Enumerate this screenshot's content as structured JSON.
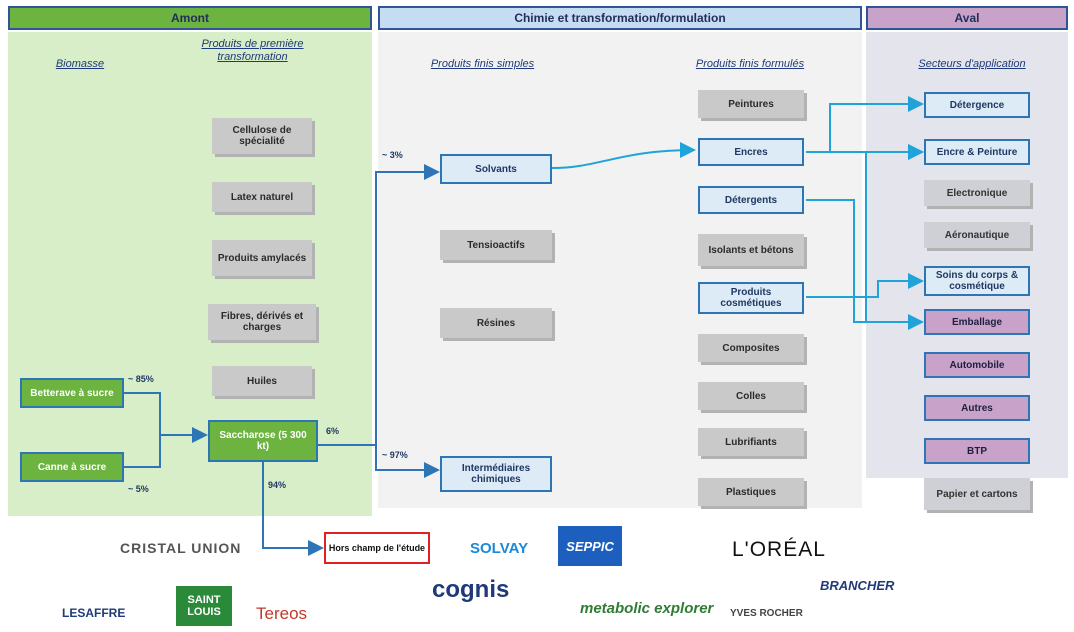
{
  "headers": {
    "amont": "Amont",
    "chem": "Chimie et transformation/formulation",
    "aval": "Aval"
  },
  "columns": {
    "biomasse": "Biomasse",
    "premiere": "Produits de première transformation",
    "simples": "Produits finis simples",
    "formules": "Produits finis formulés",
    "secteurs": "Secteurs d'application"
  },
  "premiere_items": [
    "Cellulose de spécialité",
    "Latex naturel",
    "Produits amylacés",
    "Fibres, dérivés et charges",
    "Huiles"
  ],
  "biomasse_items": [
    "Betterave à sucre",
    "Canne à sucre"
  ],
  "sucre": "Saccharose (5 300 kt)",
  "simples_items": [
    "Solvants",
    "Tensioactifs",
    "Résines",
    "Intermédiaires chimiques"
  ],
  "formules_items": [
    "Peintures",
    "Encres",
    "Détergents",
    "Isolants et bétons",
    "Produits cosmétiques",
    "Composites",
    "Colles",
    "Lubrifiants",
    "Plastiques"
  ],
  "secteurs_items": [
    "Détergence",
    "Encre & Peinture",
    "Electronique",
    "Aéronautique",
    "Soins du corps & cosmétique",
    "Emballage",
    "Automobile",
    "Autres",
    "BTP",
    "Papier et cartons"
  ],
  "percents": {
    "betterave": "~ 85%",
    "canne": "~ 5%",
    "sucre_right": "6%",
    "sucre_down": "94%",
    "solvants": "~ 3%",
    "interm": "~ 97%"
  },
  "hors": "Hors champ de l'étude",
  "logos": {
    "cristal": "CRISTAL UNION",
    "lesaffre": "LESAFFRE",
    "saint": "SAINT LOUIS",
    "tereos": "Tereos",
    "solvay": "SOLVAY",
    "seppic": "SEPPIC",
    "cognis": "cognis",
    "metabolic": "metabolic explorer",
    "loreal": "L'ORÉAL",
    "rocher": "YVES ROCHER",
    "brancher": "BRANCHER"
  }
}
